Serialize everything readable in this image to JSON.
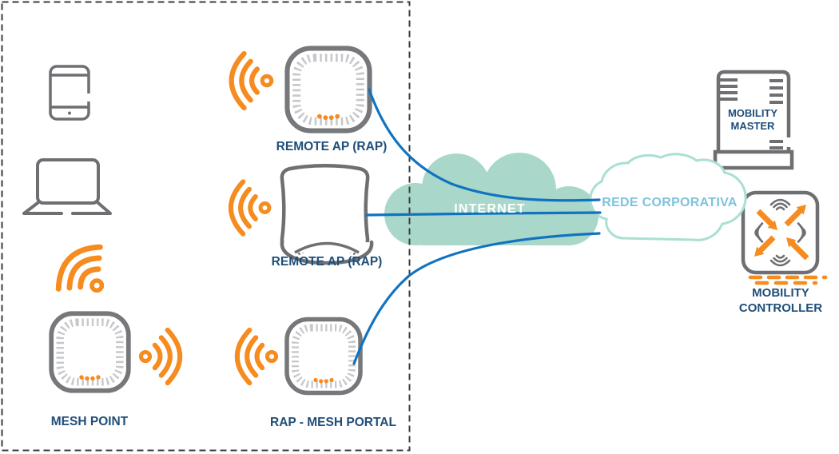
{
  "diagram": {
    "labels": {
      "remote_ap_1": "REMOTE AP (RAP)",
      "remote_ap_2": "REMOTE AP (RAP)",
      "mesh_point": "MESH POINT",
      "rap_mesh_portal": "RAP - MESH PORTAL",
      "internet": "INTERNET",
      "corporate_network": "REDE CORPORATIVA",
      "mobility_master": "MOBILITY MASTER",
      "mobility_controller": "MOBILITY CONTROLLER"
    },
    "icons": {
      "tablet-icon": "outlined tablet client device",
      "laptop-icon": "outlined laptop client device",
      "wifi-signal-icon": "orange wifi waves with dot",
      "mesh-link-wifi-icons": "two facing orange wifi bursts between mesh APs",
      "access-point-icon": "squircle ceiling AP with vent dashes and orange LEDs",
      "desktop-ap-icon": "desktop remote AP with grille base",
      "internet-cloud-icon": "teal filled cloud",
      "corporate-cloud-icon": "teal outlined cloud",
      "mobility-master-server-icon": "server tower outline",
      "mobility-controller-icon": "switch square with orange in/out arrows and radio waves",
      "tunnel-line": "blue curved tunnel links from APs through internet to corporate network",
      "remote-site-boundary": "black dashed rectangle around remote site"
    },
    "colors": {
      "orange": "#F68B1F",
      "device_gray": "#6E6F72",
      "vent_gray": "#C7C8CA",
      "cloud_fill_teal": "#A9D8CB",
      "cloud_outline_teal": "#AADFD4",
      "link_blue": "#1173C0",
      "label_navy": "#1F4E79",
      "label_light_blue": "#7EC3DB",
      "dashed_border": "#3C3C3C",
      "internet_text": "#FFFFFF"
    }
  }
}
